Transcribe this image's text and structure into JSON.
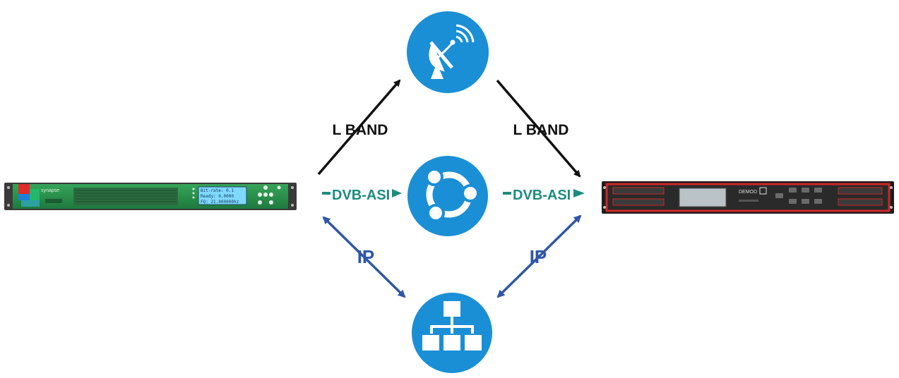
{
  "links": {
    "lband_left": "L BAND",
    "lband_right": "L BAND",
    "asi_left": "DVB-ASI",
    "asi_right": "DVB-ASI",
    "ip_left": "IP",
    "ip_right": "IP"
  },
  "icons": {
    "satellite": "satellite-dish-icon",
    "asi": "network-hub-icon",
    "ip": "network-hierarchy-icon"
  },
  "devices": {
    "encoder": {
      "brand_text": "synapse",
      "lcd_line1": "Bit-rate: 0.1",
      "lcd_line2": "Ready: 0.0000",
      "lcd_line3": "FQ: 21.000000hz"
    },
    "decoder": {
      "brand_text": "DEMOD"
    }
  },
  "colors": {
    "circle": "#1a8fd6",
    "asi": "#1c8c7e",
    "ip": "#2f57a8",
    "lband": "#111111",
    "encoder_body": "#2a8a4a",
    "decoder_frame": "#cf2626"
  }
}
